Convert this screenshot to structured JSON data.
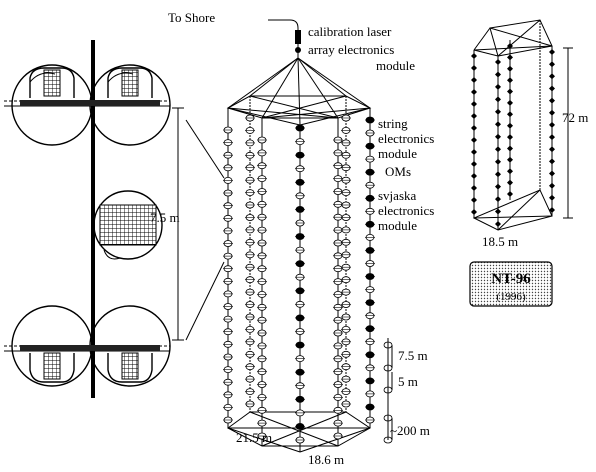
{
  "labels": {
    "to_shore": "To Shore",
    "calibration_laser": "calibration laser",
    "array_electronics_1": "array electronics",
    "array_electronics_2": "module",
    "string_electronics_1": "string",
    "string_electronics_2": "electronics",
    "string_electronics_3": "module",
    "oms": "OMs",
    "svjaska_1": "svjaska",
    "svjaska_2": "electronics",
    "svjaska_3": "module",
    "pair_spacing": "7.5 m",
    "spacing_7_5": "7.5 m",
    "spacing_5": "5 m",
    "spacing_200": "~200 m",
    "base_diagonal": "21.5 m",
    "base_side": "18.6 m",
    "nt96_height": "72 m",
    "nt96_width": "18.5 m",
    "nt96_title": "NT-96",
    "nt96_year": "(1996)"
  }
}
